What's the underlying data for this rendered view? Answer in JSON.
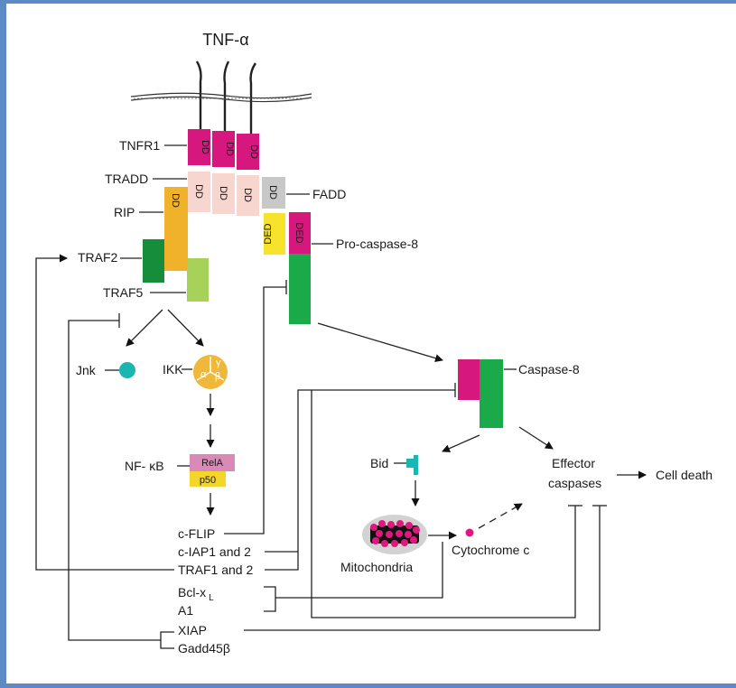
{
  "title": "TNF-α",
  "labels": {
    "tnfr1": "TNFR1",
    "tradd": "TRADD",
    "rip": "RIP",
    "fadd": "FADD",
    "traf2": "TRAF2",
    "traf5": "TRAF5",
    "procaspase8": "Pro-caspase-8",
    "caspase8": "Caspase-8",
    "jnk": "Jnk",
    "ikk": "IKK",
    "nfkb": "NF- κB",
    "rela": "RelA",
    "p50": "p50",
    "bid": "Bid",
    "effector": "Effector",
    "caspases": "caspases",
    "celldeath": "Cell death",
    "mitochondria": "Mitochondria",
    "cytochrome": "Cytochrome c",
    "cflip": "c-FLIP",
    "ciap": "c-IAP1 and 2",
    "traf12": "TRAF1 and 2",
    "bclx": "Bcl-x",
    "bclx_sub": "L",
    "a1": "A1",
    "xiap": "XIAP",
    "gadd": "Gadd45β"
  },
  "domains": {
    "dd": "DD",
    "ded": "DED",
    "alpha": "α",
    "beta": "β",
    "gamma": "γ"
  },
  "colors": {
    "border": "#5b8ac4",
    "magenta": "#d6187e",
    "pink_light": "#f6d6cf",
    "gray": "#c8c8c8",
    "orange": "#f0b22a",
    "yellow": "#f7e32b",
    "green": "#1aaa4a",
    "dark_green": "#168d3b",
    "light_green": "#a6d25a",
    "teal": "#1ab6b2",
    "rela_pink": "#d98ab6",
    "p50_yellow": "#f4d62a",
    "ikk_gold": "#f0b83a",
    "mito_gray": "#d2d2d2"
  }
}
